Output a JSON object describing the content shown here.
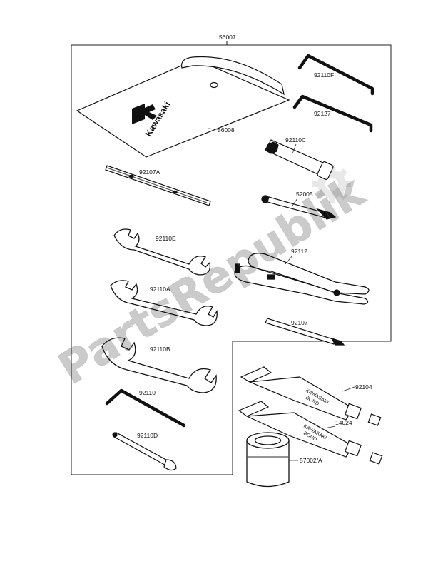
{
  "diagram": {
    "frame_label": "56007",
    "parts": {
      "tool_bag": "56008",
      "hex_wrench_f": "92110F",
      "hex_wrench_27": "92127",
      "plug_wrench": "92110C",
      "screwdriver_a": "92107A",
      "screwdriver_grip": "52005",
      "wrench_e": "92110E",
      "pliers": "92112",
      "wrench_a": "92110A",
      "screwdriver": "92107",
      "wrench_b": "92110B",
      "bond_tube_1": "92104",
      "bond_tube_2": "14024",
      "hex_wrench": "92110",
      "wrench_d": "92110D",
      "oil_filter": "57002/A"
    },
    "brand_text": "Kawasaki",
    "tube_text_1": "KAWASAKI",
    "tube_text_2": "BOND",
    "watermark_text": "PartsRepublik"
  }
}
